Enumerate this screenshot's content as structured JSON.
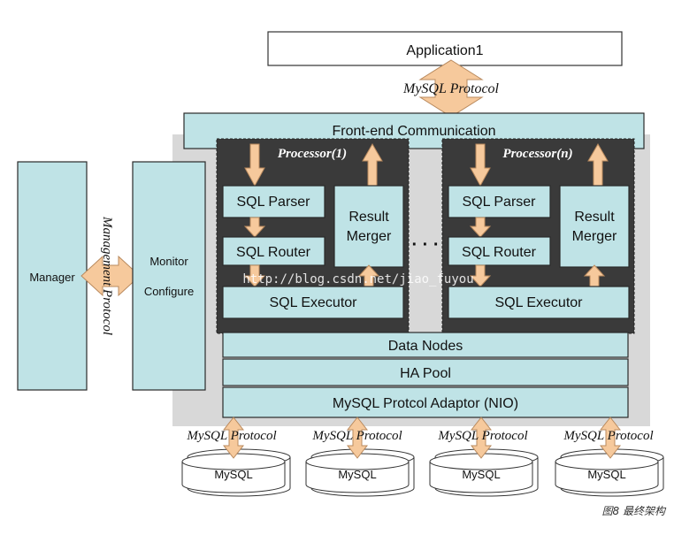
{
  "application": {
    "label": "Application1"
  },
  "top_protocol": {
    "label": "MySQL Protocol"
  },
  "frontend": {
    "label": "Front-end Communication"
  },
  "manager": {
    "label": "Manager"
  },
  "management_protocol": {
    "label": "Management Protocol"
  },
  "monitor": {
    "line1": "Monitor",
    "line2": "Configure"
  },
  "processors": [
    {
      "title": "Processor(1)",
      "parser": "SQL Parser",
      "router": "SQL Router",
      "merger_line1": "Result",
      "merger_line2": "Merger",
      "executor": "SQL Executor"
    },
    {
      "title": "Processor(n)",
      "parser": "SQL Parser",
      "router": "SQL Router",
      "merger_line1": "Result",
      "merger_line2": "Merger",
      "executor": "SQL Executor"
    }
  ],
  "ellipsis": "· · ·",
  "layers": {
    "data_nodes": "Data Nodes",
    "ha_pool": "HA Pool",
    "adaptor": "MySQL Protcol Adaptor (NIO)"
  },
  "backends": [
    {
      "protocol": "MySQL Protocol",
      "db": "MySQL"
    },
    {
      "protocol": "MySQL Protocol",
      "db": "MySQL"
    },
    {
      "protocol": "MySQL Protocol",
      "db": "MySQL"
    },
    {
      "protocol": "MySQL Protocol",
      "db": "MySQL"
    }
  ],
  "watermark": "http://blog.csdn.net/jiao_fuyou",
  "caption": "图8   最终架构",
  "colors": {
    "box_fill": "#bfe3e6",
    "processor_fill": "#3a3a3a",
    "arrow_fill": "#f6c99c",
    "shadow": "#d8d8d8"
  }
}
